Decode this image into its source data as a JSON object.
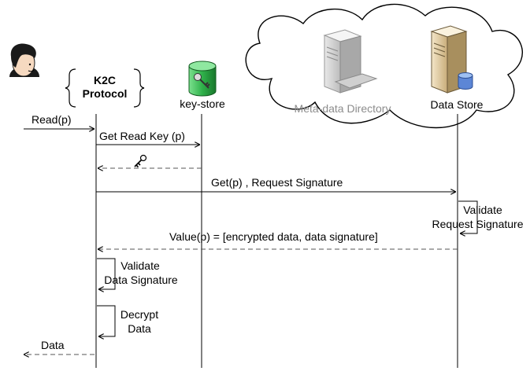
{
  "participants": {
    "protocol_line1": "K2C",
    "protocol_line2": "Protocol",
    "keystore": "key-store",
    "metadata_directory": "Meta-data Directory",
    "data_store": "Data Store"
  },
  "messages": {
    "read": "Read(p)",
    "get_read_key": "Get Read Key (p)",
    "get_request": "Get(p) , Request Signature",
    "validate_request_line1": "Validate",
    "validate_request_line2": "Request Signature",
    "value_response": "Value(p) = [encrypted data, data signature]",
    "validate_data_line1": "Validate",
    "validate_data_line2": "Data Signature",
    "decrypt_line1": "Decrypt",
    "decrypt_line2": "Data",
    "data_return": "Data"
  },
  "colors": {
    "line": "#000000",
    "dashed": "#555555",
    "cylinder_green": "#2fb14a",
    "muted_text": "#8c8c8c"
  },
  "icons": [
    "user-icon",
    "key-cylinder-icon",
    "key-icon",
    "cloud-icon",
    "server-icon",
    "database-server-icon"
  ]
}
